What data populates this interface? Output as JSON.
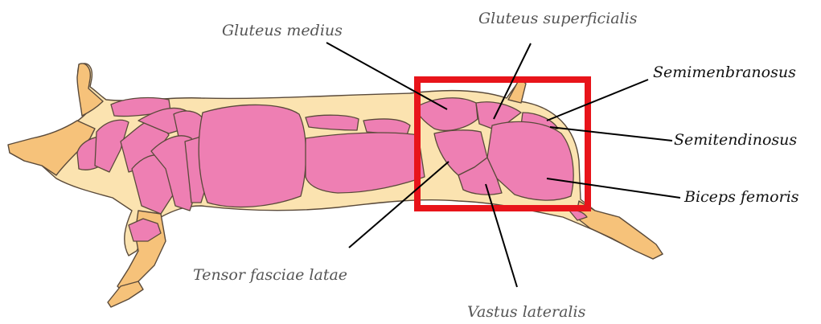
{
  "diagram": {
    "subject": "pig carcass muscle anatomy",
    "colors": {
      "skin": "#fbe3b0",
      "leg": "#f6c27a",
      "muscle": "#ee7fb3",
      "outline": "#5a4a3a",
      "highlight_box": "#e8141a",
      "leader_line": "#000000"
    },
    "labels": {
      "gluteus_medius": "Gluteus medius",
      "gluteus_superficialis": "Gluteus superficialis",
      "semimembranosus": "Semimenbranosus",
      "semitendinosus": "Semitendinosus",
      "biceps_femoris": "Biceps femoris",
      "tensor_fasciae_latae": "Tensor fasciae latae",
      "vastus_lateralis": "Vastus lateralis"
    }
  }
}
